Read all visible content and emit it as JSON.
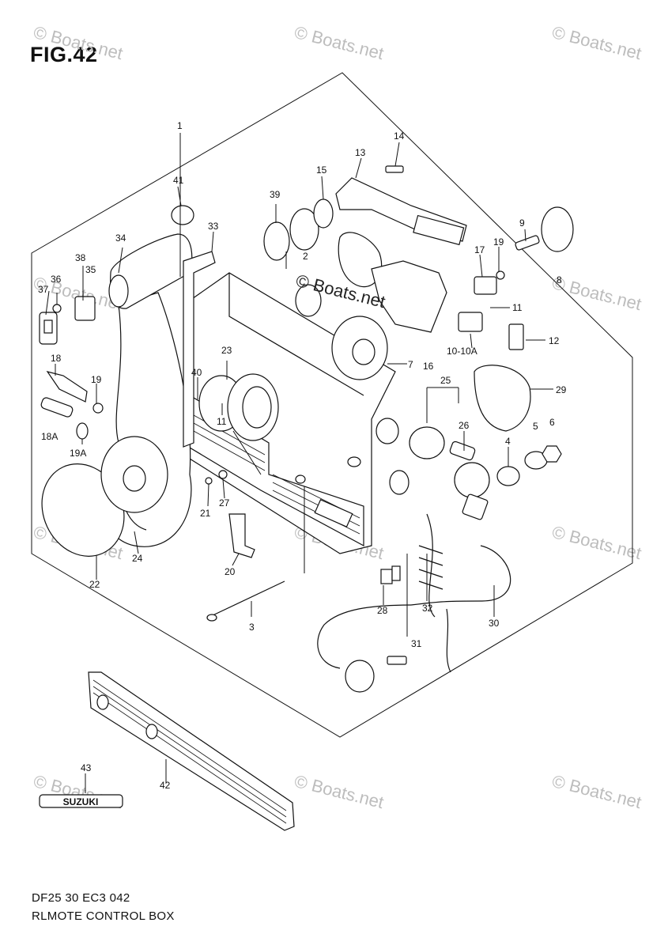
{
  "figure": {
    "title": "FIG.42",
    "caption_line1": "DF25 30 EC3  042",
    "caption_line2": "RLMOTE CONTROL BOX"
  },
  "watermark": {
    "text": "© Boats.net"
  },
  "badge": {
    "text": "SUZUKI"
  },
  "part_numbers": {
    "p1": "1",
    "p2": "2",
    "p3": "3",
    "p4": "4",
    "p5": "5",
    "p6": "6",
    "p7": "7",
    "p8": "8",
    "p9": "9",
    "p10": "10-10A",
    "p11a": "11",
    "p11b": "11",
    "p12": "12",
    "p13": "13",
    "p14": "14",
    "p15": "15",
    "p16": "16",
    "p17": "17",
    "p18": "18",
    "p18a": "18A",
    "p19a": "19",
    "p19b": "19",
    "p19c": "19A",
    "p20": "20",
    "p21": "21",
    "p22": "22",
    "p23": "23",
    "p24": "24",
    "p25": "25",
    "p26": "26",
    "p27": "27",
    "p28": "28",
    "p29": "29",
    "p30": "30",
    "p31": "31",
    "p32": "32",
    "p33": "33",
    "p34": "34",
    "p35": "35",
    "p36": "36",
    "p37": "37",
    "p38": "38",
    "p39": "39",
    "p40": "40",
    "p41": "41",
    "p42": "42",
    "p43": "43"
  }
}
